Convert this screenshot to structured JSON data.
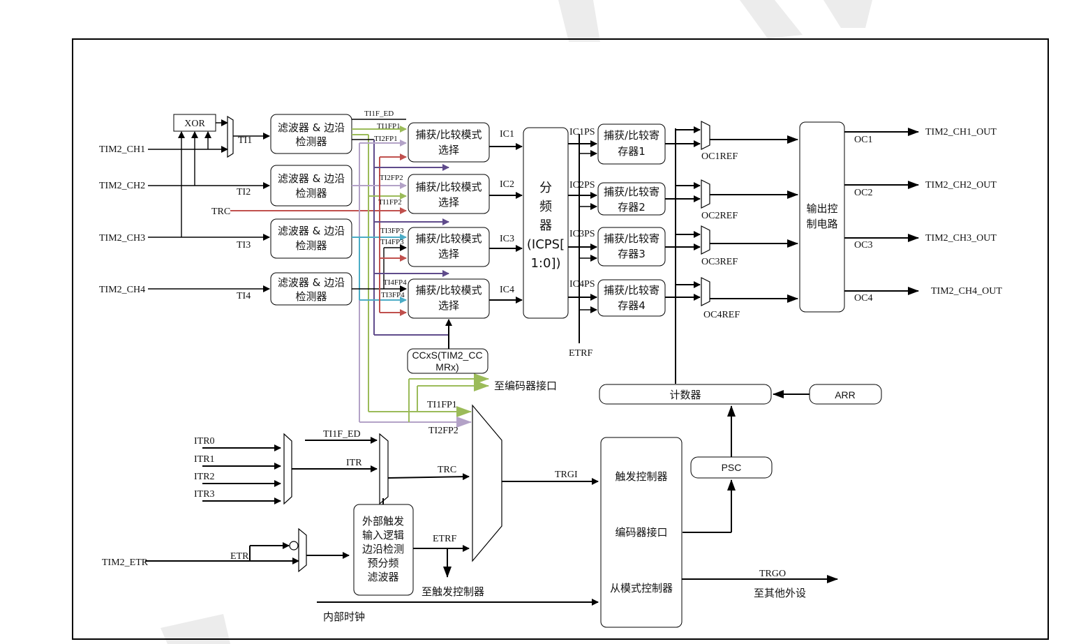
{
  "colors": {
    "green": "#9bbb59",
    "purple": "#b3a2c7",
    "red": "#c0504d",
    "cyan": "#4bacc6",
    "dark_purple": "#5f4b8b",
    "line": "#000000"
  },
  "inputs": {
    "ch1": "TIM2_CH1",
    "ch2": "TIM2_CH2",
    "ch3": "TIM2_CH3",
    "ch4": "TIM2_CH4",
    "etr": "TIM2_ETR",
    "trc": "TRC",
    "itr0": "ITR0",
    "itr1": "ITR1",
    "itr2": "ITR2",
    "itr3": "ITR3"
  },
  "xor_label": "XOR",
  "ti_labels": [
    "TI1",
    "TI2",
    "TI3",
    "TI4"
  ],
  "filter_line1": "滤波器 & 边沿",
  "filter_line2": "检测器",
  "capture_select_line1": "捕获/比较模式",
  "capture_select_line2": "选择",
  "route_labels": {
    "ti1f_ed_top": "TI1F_ED",
    "ti1fp1": "TI1FP1",
    "ti2fp1": "TI2FP1",
    "ti2fp2": "TI2FP2",
    "ti1fp2": "TI1FP2",
    "ti3fp3": "TI3FP3",
    "ti4fp3": "TI4FP3",
    "ti4fp4": "TI4FP4",
    "ti3fp4": "TI3FP4"
  },
  "ic_labels": [
    "IC1",
    "IC2",
    "IC3",
    "IC4"
  ],
  "prescaler": {
    "l1": "分",
    "l2": "频",
    "l3": "器",
    "l4": "(ICPS[",
    "l5": "1:0])"
  },
  "icps_labels": [
    "IC1PS",
    "IC2PS",
    "IC3PS",
    "IC4PS"
  ],
  "ccr_line1": "捕获/比较寄",
  "ccr_line2": [
    "存器1",
    "存器2",
    "存器3",
    "存器4"
  ],
  "ocref_labels": [
    "OC1REF",
    "OC2REF",
    "OC3REF",
    "OC4REF"
  ],
  "output_ctrl": {
    "l1": "输出控",
    "l2": "制电路"
  },
  "oc_labels": [
    "OC1",
    "OC2",
    "OC3",
    "OC4"
  ],
  "outputs": [
    "TIM2_CH1_OUT",
    "TIM2_CH2_OUT",
    "TIM2_CH3_OUT",
    "TIM2_CH4_OUT"
  ],
  "etrf_label": "ETRF",
  "ccxs": {
    "l1": "CCxS(TIM2_CC",
    "l2": "MRx)"
  },
  "to_encoder": "至编码器接口",
  "ti1fp1_bottom": "TI1FP1",
  "ti2fp2_bottom": "TI2FP2",
  "counter": "计数器",
  "arr": "ARR",
  "psc": "PSC",
  "ti1f_ed_bottom": "TI1F_ED",
  "itr_label": "ITR",
  "trc_bottom": "TRC",
  "trgi": "TRGI",
  "slave": {
    "trigger": "触发控制器",
    "encoder": "编码器接口",
    "slave_mode": "从模式控制器"
  },
  "ext_trigger": {
    "l1": "外部触发",
    "l2": "输入逻辑",
    "l3": "边沿检测",
    "l4": "预分频",
    "l5": "滤波器"
  },
  "etrf_bottom": "ETRF",
  "etr_label": "ETR",
  "to_trigger": "至触发控制器",
  "internal_clock": "内部时钟",
  "trgo": "TRGO",
  "to_other": "至其他外设"
}
